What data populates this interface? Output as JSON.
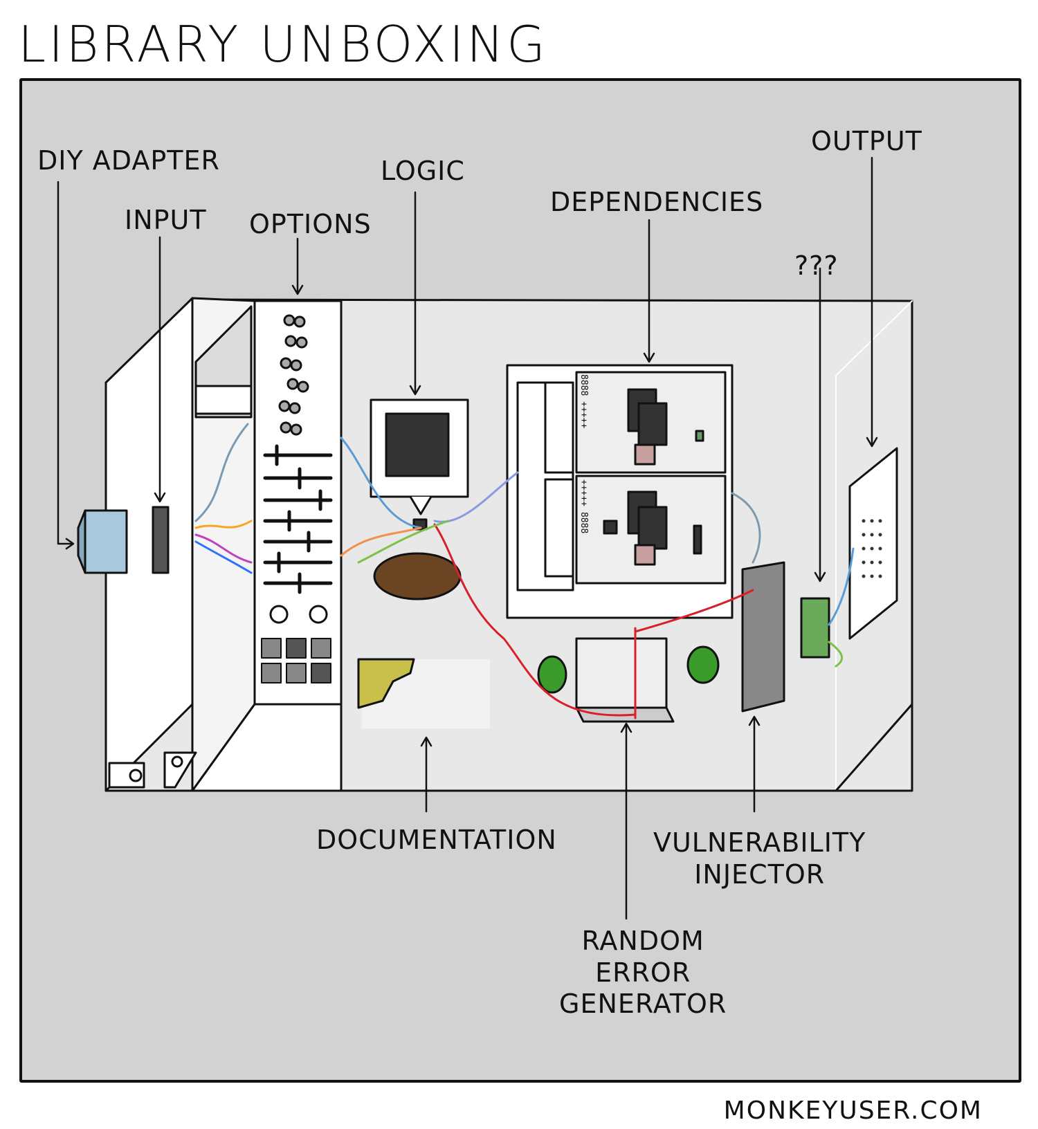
{
  "title": "LIBRARY UNBOXING",
  "credit": "MONKEYUSER.COM",
  "labels": {
    "diy_adapter": "DIY ADAPTER",
    "input": "INPUT",
    "options": "OPTIONS",
    "logic": "LOGIC",
    "dependencies": "DEPENDENCIES",
    "output": "OUTPUT",
    "unknown": "???",
    "documentation": "DOCUMENTATION",
    "vulnerability_injector_line1": "VULNERABILITY",
    "vulnerability_injector_line2": "INJECTOR",
    "random_error_generator_line1": "RANDOM",
    "random_error_generator_line2": "ERROR",
    "random_error_generator_line3": "GENERATOR"
  },
  "dependency_module_text": {
    "top": "8888 +++++",
    "bottom": "+++++ 8888"
  },
  "colors": {
    "panel_background": "#d2d2d2",
    "box_interior": "#e8e8e8",
    "wire_red": "#d8202a",
    "wire_blue": "#5b9bd5",
    "wire_green": "#7cc24a",
    "bug_green": "#3a9a2a",
    "documentation_yellow": "#c8c04a",
    "potato_brown": "#6b4423",
    "chip_dark": "#333333"
  }
}
